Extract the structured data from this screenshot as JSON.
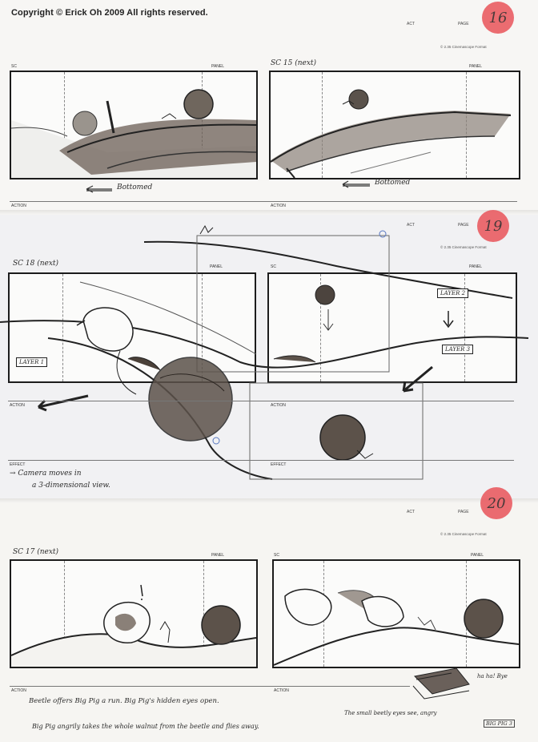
{
  "copyright": "Copyright © Erick Oh 2009  All rights reserved.",
  "sheets": [
    {
      "act_label": "ACT",
      "page_label": "PAGE",
      "page_number": "16",
      "format": "© 2.35 Cinemascope Format",
      "panels": [
        {
          "sc": "SC",
          "panel": "PANEL",
          "note": ""
        },
        {
          "sc": "SC 15 (next)",
          "panel": "PANEL",
          "note": ""
        }
      ],
      "action_labels": [
        "ACTION",
        "ACTION"
      ],
      "arrow_notes": [
        "Bottomed",
        "Bottomed"
      ]
    },
    {
      "act_label": "ACT",
      "page_label": "PAGE",
      "page_number": "19",
      "format": "© 2.35 Cinemascope Format",
      "panels": [
        {
          "sc": "SC 18 (next)",
          "panel": "PANEL",
          "note": ""
        },
        {
          "sc": "SC",
          "panel": "PANEL",
          "note": ""
        }
      ],
      "layer_tags": [
        "LAYER 2",
        "LAYER 3",
        "LAYER 1"
      ],
      "action_labels": [
        "ACTION",
        "ACTION"
      ],
      "effect_labels": [
        "EFFECT",
        "EFFECT"
      ],
      "camera_note_line1": "→ Camera moves in",
      "camera_note_line2": "a 3-dimensional view."
    },
    {
      "act_label": "ACT",
      "page_label": "PAGE",
      "page_number": "20",
      "format": "© 2.35 Cinemascope Format",
      "panels": [
        {
          "sc": "SC 17 (next)",
          "panel": "PANEL",
          "note": ""
        },
        {
          "sc": "SC",
          "panel": "PANEL",
          "note": ""
        }
      ],
      "side_note": "ha ha!  Bye",
      "action_labels": [
        "ACTION",
        "ACTION"
      ],
      "action_line1": "Beetle offers Big Pig a run.  Big Pig's hidden eyes open.",
      "action_line2": "Big Pig angrily takes the whole walnut from the beetle and flies away.",
      "action_line3": "The small beetly eyes see, angry",
      "corner_note": "BIG PIG 3"
    }
  ]
}
